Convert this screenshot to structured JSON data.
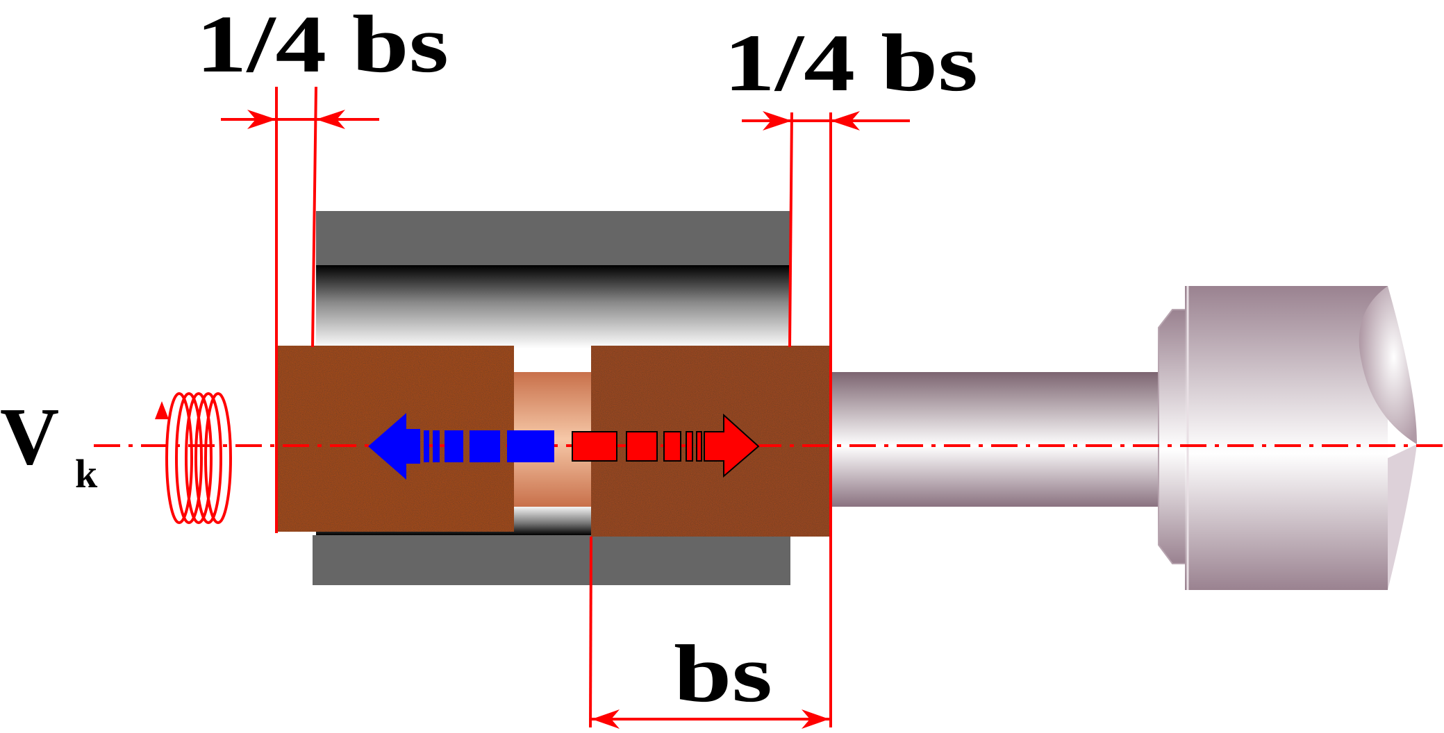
{
  "labels": {
    "dim_left": "1/4 bs",
    "dim_right": "1/4 bs",
    "dim_bottom": "bs",
    "velocity": "V",
    "velocity_sub": "k"
  },
  "colors": {
    "dimension": "#ff0000",
    "feed_left": "#0000ff",
    "feed_right": "#ff0000",
    "wheel": "#a04a1c",
    "workpiece_dark": "#666666",
    "shaft": "#c8b2bf",
    "bore": "#d88c64"
  },
  "icons": {
    "rotation": "helix-rotation-icon",
    "feed_left": "dashed-arrow-left-icon",
    "feed_right": "dashed-arrow-right-icon"
  }
}
